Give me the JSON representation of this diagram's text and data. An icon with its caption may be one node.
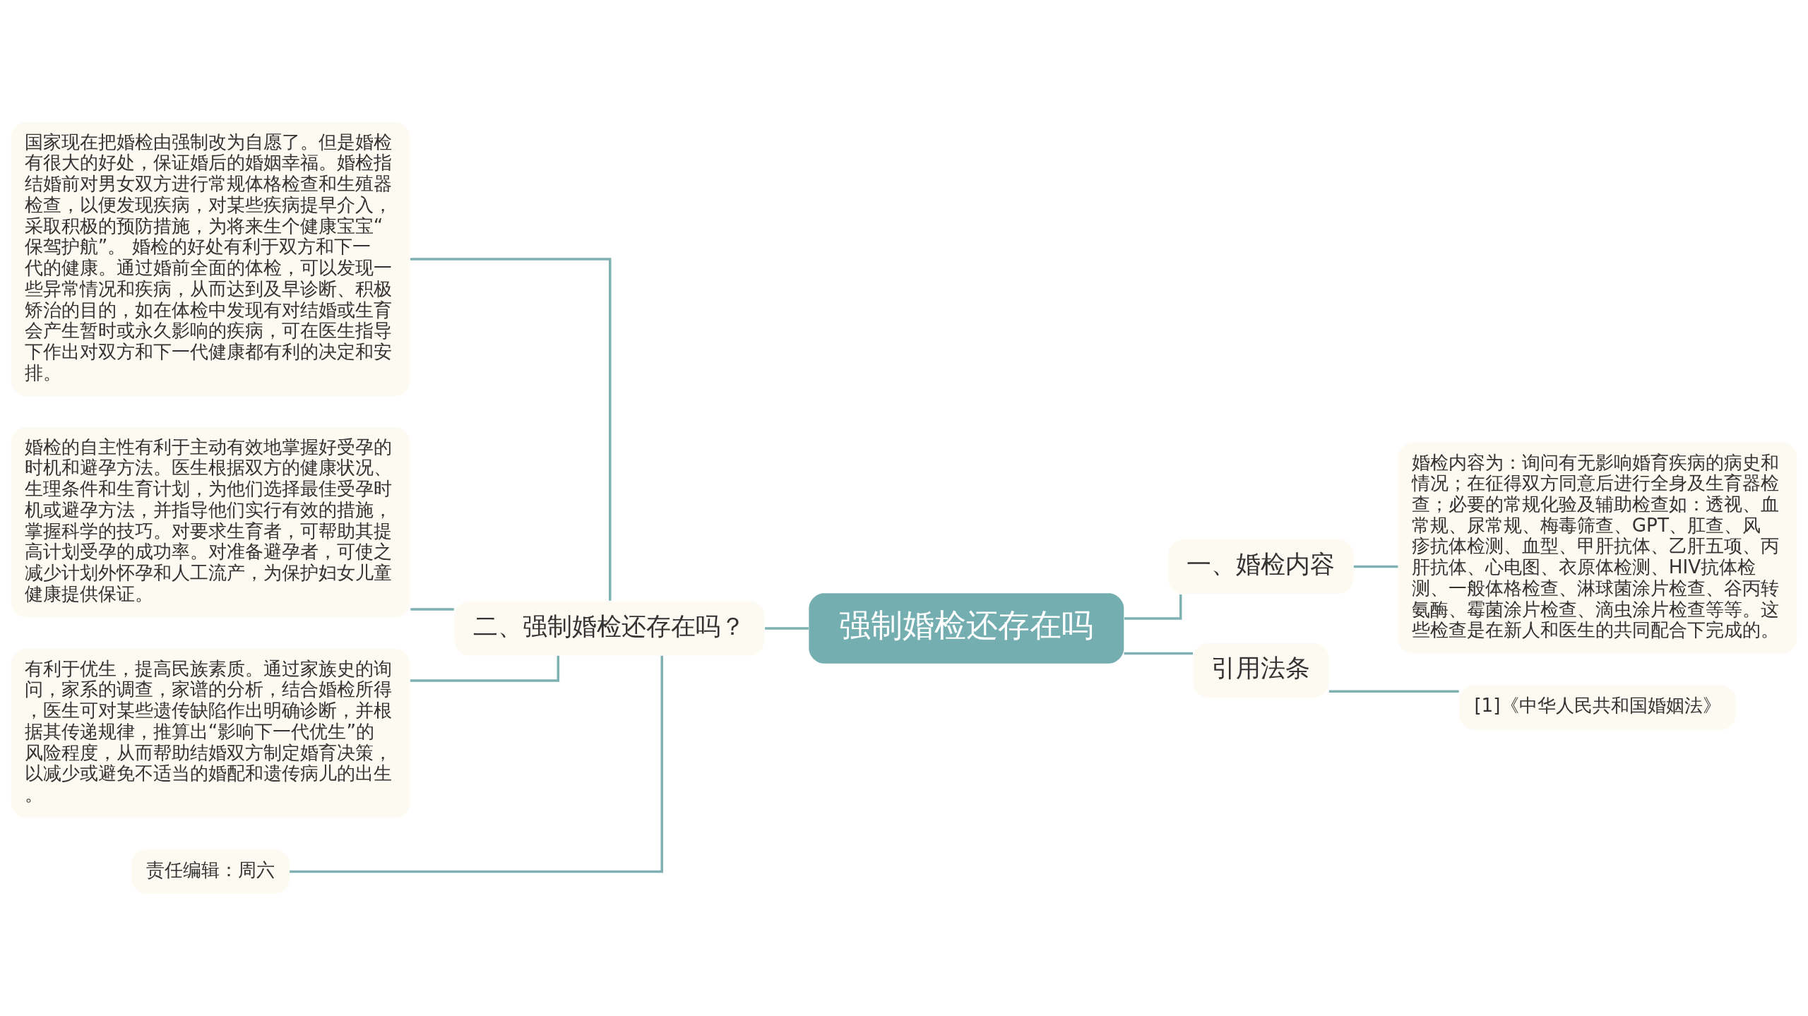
{
  "diagram": {
    "nodes": [
      {
        "text": [
          "强制婚检还存在吗"
        ]
      },
      {
        "text": [
          "二、强制婚检还存在吗？"
        ]
      },
      {
        "text": [
          "国家现在把婚检由强制改为自愿了。但是婚检有很大的好处，保证婚后的婚姻幸福。婚检指结婚前对男女双方进行常规体格检查和生殖器检查，以便发现疾病，对某些疾病提早介入，采取积极的预防措施，为将来生个健康宝宝“保驾护航”。 婚检的好处有利于双方和下一代的健康。通过婚前全面的体检，可以发现一些异常情况和疾病，从而达到及早诊断、积极矫治的目的，如在体检中发现有对结婚或生育会产生暂时或永久影响的疾病，可在医生指导下作出对双方和下一代健康都有利的决定和安排。"
        ]
      },
      {
        "text": [
          "婚检的自主性有利于主动有效地掌握好受孕的时机和避孕方法。医生根据双方的健康状况、生理条件和生育计划，为他们选择最佳受孕时机或避孕方法，并指导他们实行有效的措施，掌握科学的技巧。对要求生育者，可帮助其提高计划受孕的成功率。对准备避孕者，可使之减少计划外怀孕和人工流产，为保护妇女儿童健康提供保证。"
        ]
      },
      {
        "text": [
          "有利于优生，提高民族素质。通过家族史的询问，家系的调查，家谱的分析，结合婚检所得，医生可对某些遗传缺陷作出明确诊断，并根据其传递规律，推算出“影响下一代优生”的风险程度，从而帮助结婚双方制定婚育决策，以减少或避免不适当的婚配和遗传病儿的出生。"
        ]
      },
      {
        "text": [
          "责任编辑：周六"
        ]
      },
      {
        "text": [
          "一、婚检内容"
        ]
      },
      {
        "text": [
          "婚检内容为：询问有无影响婚育疾病的病史和情况；在征得双方同意后进行全身及生育器检查；必要的常规化验及辅助检查如：透视、血常规、尿常规、梅毒筛查、GPT、肛查、风疹抗体检测、血型、甲肝抗体、乙肝五项、丙肝抗体、心电图、衣原体检测、HIV抗体检测、一般体格检查、淋球菌涂片检查、谷丙转氨酶、霉菌涂片检查、滴虫涂片检查等等。这些检查是在新人和医生的共同配合下完成的。"
        ]
      },
      {
        "text": [
          "引用法条"
        ]
      },
      {
        "text": [
          "[1]《中华人民共和国婚姻法》"
        ]
      }
    ],
    "edges": [
      {
        "from": 0,
        "to": 1,
        "arrow": "none"
      },
      {
        "from": 1,
        "to": 2,
        "arrow": "none"
      },
      {
        "from": 1,
        "to": 3,
        "arrow": "none"
      },
      {
        "from": 1,
        "to": 4,
        "arrow": "none"
      },
      {
        "from": 1,
        "to": 5,
        "arrow": "none"
      },
      {
        "from": 0,
        "to": 6,
        "arrow": "none"
      },
      {
        "from": 6,
        "to": 7,
        "arrow": "none"
      },
      {
        "from": 0,
        "to": 8,
        "arrow": "none"
      },
      {
        "from": 8,
        "to": 9,
        "arrow": "none"
      }
    ]
  }
}
